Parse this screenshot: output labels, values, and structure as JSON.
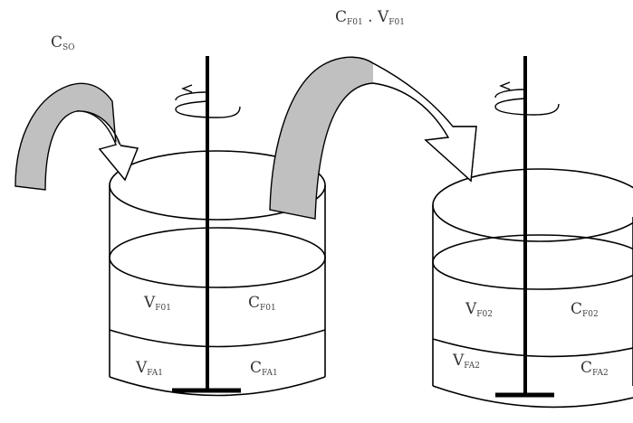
{
  "labels": {
    "c_so": {
      "main": "C",
      "sub": "SO"
    },
    "c_f01_v_f01": {
      "main_c": "C",
      "sub_c": "F01",
      "dot": " . ",
      "main_v": "V",
      "sub_v": "F01"
    },
    "v_f01": {
      "main": "V",
      "sub": "F01"
    },
    "c_f01": {
      "main": "C",
      "sub": "F01"
    },
    "v_fa1": {
      "main": "V",
      "sub": "FA1"
    },
    "c_fa1": {
      "main": "C",
      "sub": "FA1"
    },
    "v_f02": {
      "main": "V",
      "sub": "F02"
    },
    "c_f02": {
      "main": "C",
      "sub": "F02"
    },
    "v_fa2": {
      "main": "V",
      "sub": "FA2"
    },
    "c_fa2": {
      "main": "C",
      "sub": "FA2"
    }
  },
  "colors": {
    "arrow_fill": "#c0c0c0",
    "line": "#000000",
    "label": "#333333"
  }
}
